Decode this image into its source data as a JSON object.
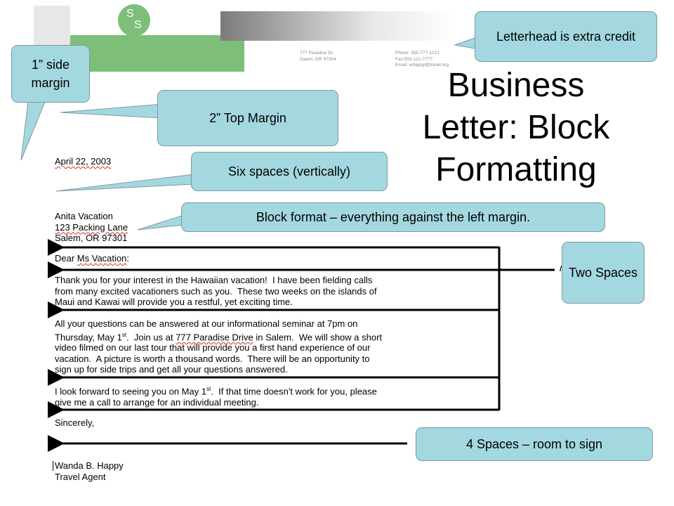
{
  "title": "Business Letter: Block Formatting",
  "title_lines": [
    "Business",
    "Letter: Block",
    "Formatting"
  ],
  "letterhead": {
    "logo_letters": [
      "S",
      "S"
    ],
    "address_lines": [
      "777 Paradise Dr.",
      "Salem, OR 97304"
    ],
    "contact_lines": [
      "Phone: 555-777-1212",
      "Fax:555-121-7777",
      "Email: whappy@travel.org"
    ]
  },
  "callouts": {
    "letterhead": "Letterhead is extra credit",
    "side_margin": "1” side margin",
    "top_margin": "2” Top Margin",
    "six_spaces": "Six spaces (vertically)",
    "block_format": "Block format – everything against the left margin.",
    "two_spaces": "Two Spaces",
    "four_spaces": "4 Spaces – room to sign"
  },
  "letter": {
    "date": "April 22, 2003",
    "recipient": [
      "Anita Vacation",
      "123 Packing Lane",
      "Salem, OR 97301"
    ],
    "salutation_prefix": "Dear ",
    "salutation_name": "Ms Vacation",
    "salutation_suffix": ":",
    "para1": [
      "Thank you for your interest in the Hawaiian vacation!  I have been fielding calls",
      "from many excited vacationers such as you.  These two weeks on the islands of",
      "Maui and Kawai will provide you a restful, yet exciting time."
    ],
    "para2": {
      "line1": "All your questions can be answered at our informational seminar at 7pm on",
      "line2_a": "Thursday, May 1",
      "line2_sup": "st",
      "line2_b": ".  Join us at ",
      "line2_link": "777 Paradise Drive",
      "line2_c": " in Salem.  We will show a short",
      "rest": [
        "video filmed on our last tour that will provide you a first hand experience of our",
        "vacation.  A picture is worth a thousand words.  There will be an opportunity to",
        "sign up for side trips and get all your questions answered."
      ]
    },
    "para3": {
      "line1_a": "I look forward to seeing you on May 1",
      "line1_sup": "st",
      "line1_b": ".  If that time doesn't work for you, please",
      "line2": "give me a call to arrange for an individual meeting."
    },
    "closing": "Sincerely,",
    "signer_name": "Wanda B. Happy",
    "signer_title": "Travel Agent"
  },
  "colors": {
    "callout_fill": "#a4d8e0",
    "callout_border": "#7e98a0",
    "letterhead_green": "#7dbf79",
    "arrow": "#000000"
  }
}
